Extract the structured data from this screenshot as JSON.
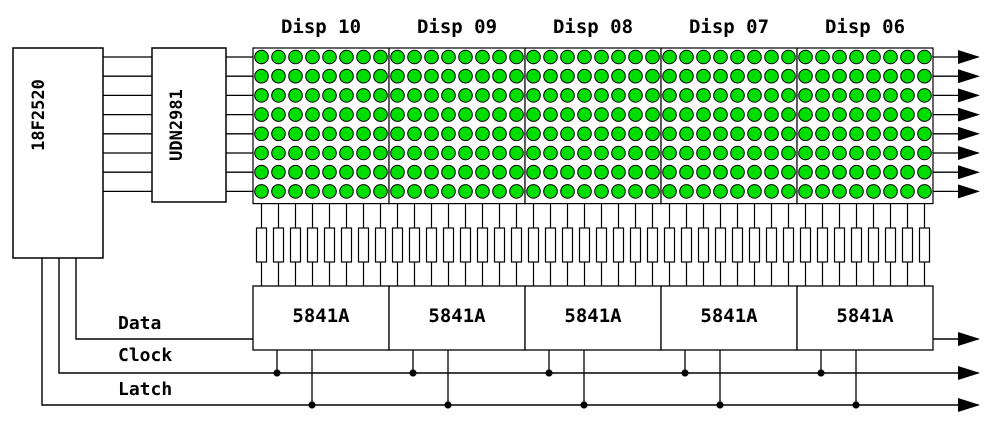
{
  "microcontroller": {
    "label": "18F2520"
  },
  "driver": {
    "label": "UDN2981"
  },
  "displays": [
    {
      "label": "Disp 10",
      "driver_chip": "5841A"
    },
    {
      "label": "Disp 09",
      "driver_chip": "5841A"
    },
    {
      "label": "Disp 08",
      "driver_chip": "5841A"
    },
    {
      "label": "Disp 07",
      "driver_chip": "5841A"
    },
    {
      "label": "Disp 06",
      "driver_chip": "5841A"
    }
  ],
  "led_matrix": {
    "rows": 8,
    "columns_per_display": 8,
    "led_color": "#00dd00"
  },
  "signals": {
    "data": "Data",
    "clock": "Clock",
    "latch": "Latch"
  }
}
